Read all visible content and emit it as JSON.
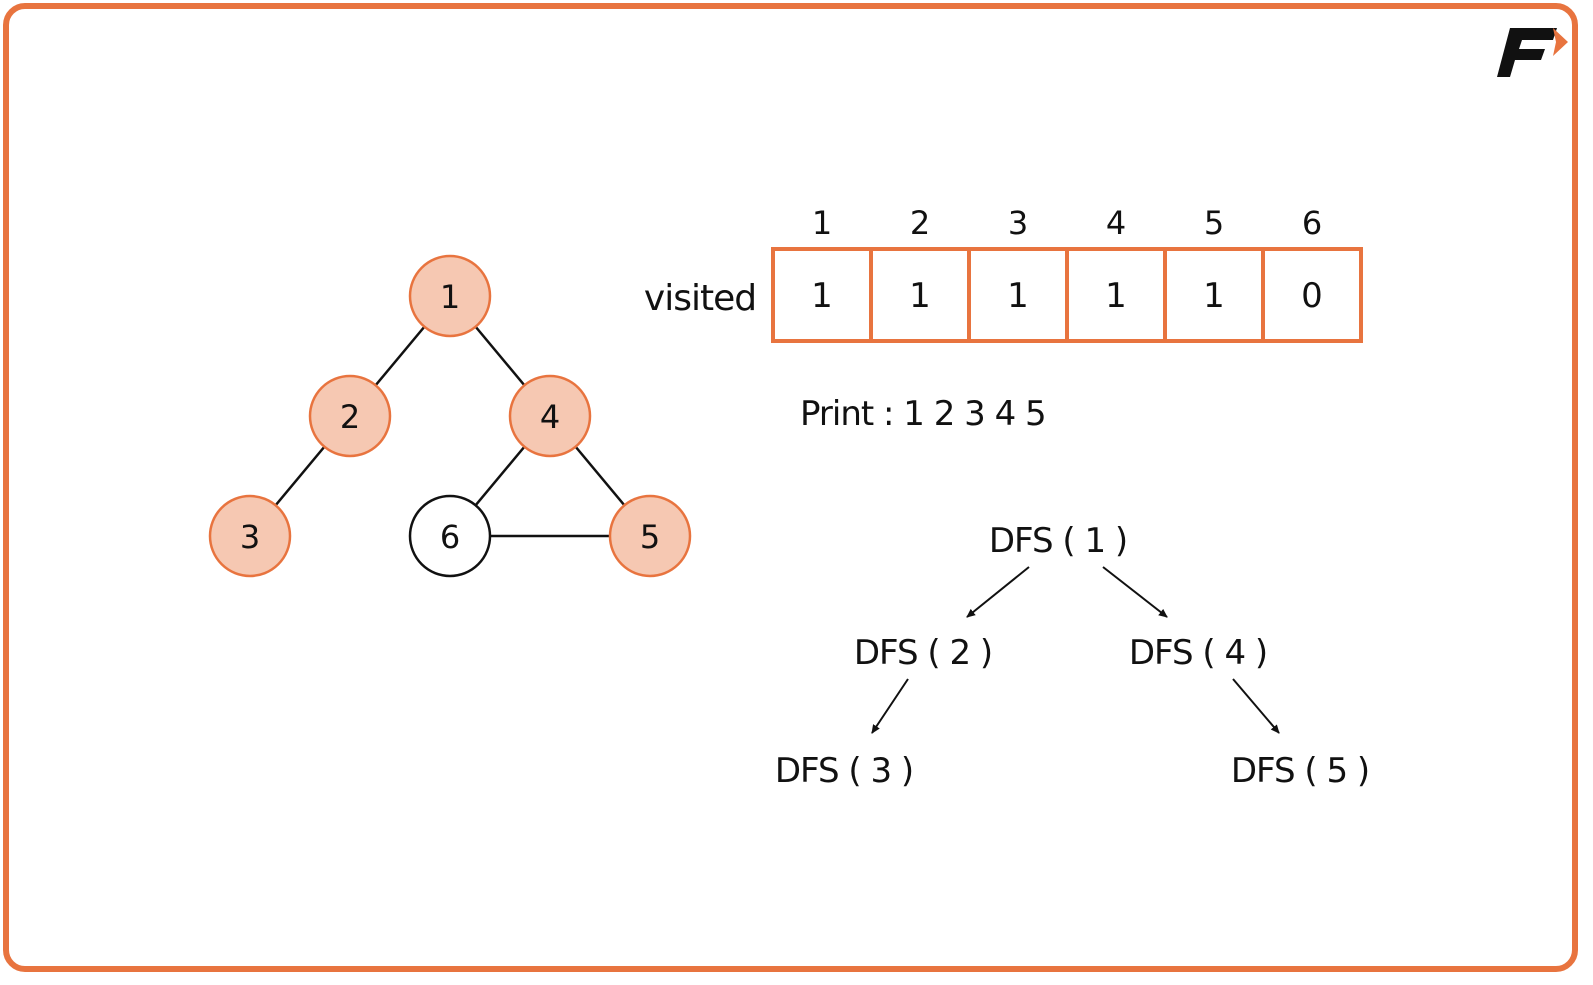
{
  "colors": {
    "accent": "#e8743f",
    "visited_fill": "#f6c8b2",
    "edge": "#111111"
  },
  "logo_icon": "brand-logo-icon",
  "graph": {
    "nodes": [
      {
        "id": "1",
        "label": "1",
        "visited": true
      },
      {
        "id": "2",
        "label": "2",
        "visited": true
      },
      {
        "id": "3",
        "label": "3",
        "visited": true
      },
      {
        "id": "4",
        "label": "4",
        "visited": true
      },
      {
        "id": "5",
        "label": "5",
        "visited": true
      },
      {
        "id": "6",
        "label": "6",
        "visited": false
      }
    ],
    "edges": [
      [
        "1",
        "2"
      ],
      [
        "1",
        "4"
      ],
      [
        "2",
        "3"
      ],
      [
        "4",
        "6"
      ],
      [
        "4",
        "5"
      ],
      [
        "6",
        "5"
      ]
    ]
  },
  "visited_array": {
    "label": "visited",
    "indices": [
      "1",
      "2",
      "3",
      "4",
      "5",
      "6"
    ],
    "values": [
      "1",
      "1",
      "1",
      "1",
      "1",
      "0"
    ]
  },
  "print": {
    "text": "Print : 1 2 3 4 5"
  },
  "call_tree": {
    "calls": [
      {
        "id": "c1",
        "label": "DFS ( 1 )"
      },
      {
        "id": "c2",
        "label": "DFS ( 2 )"
      },
      {
        "id": "c4",
        "label": "DFS ( 4 )"
      },
      {
        "id": "c3",
        "label": "DFS ( 3 )"
      },
      {
        "id": "c5",
        "label": "DFS ( 5 )"
      }
    ],
    "arrows": [
      [
        "c1",
        "c2"
      ],
      [
        "c1",
        "c4"
      ],
      [
        "c2",
        "c3"
      ],
      [
        "c4",
        "c5"
      ]
    ]
  }
}
